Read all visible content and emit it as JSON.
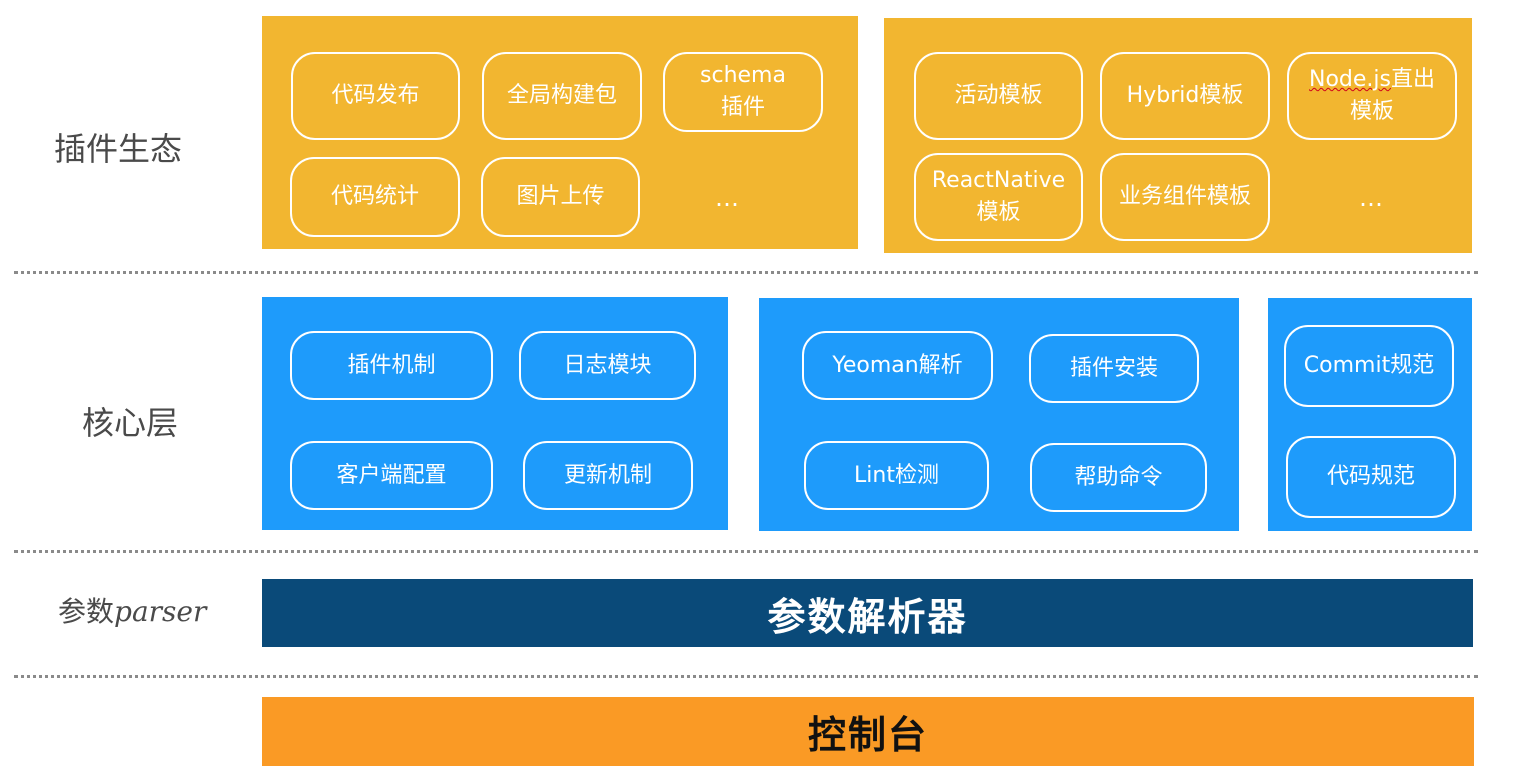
{
  "rows": {
    "plugins_label": "插件生态",
    "core_label": "核心层",
    "parser_label_main": "参数",
    "parser_label_italic": "parser"
  },
  "plugins": {
    "left": [
      "代码发布",
      "全局构建包",
      "schema",
      "插件",
      "代码统计",
      "图片上传"
    ],
    "left_ellipsis": "…",
    "right": [
      "活动模板",
      "Hybrid模板",
      "Node.js",
      "直出",
      "模板",
      "ReactNative",
      "模板",
      "业务组件模板"
    ],
    "right_ellipsis": "…"
  },
  "core": {
    "group1": [
      "插件机制",
      "日志模块",
      "客户端配置",
      "更新机制"
    ],
    "group2": [
      "Yeoman解析",
      "插件安装",
      "Lint检测",
      "帮助命令"
    ],
    "group3": [
      "Commit规范",
      "代码规范"
    ]
  },
  "parser_bar": "参数解析器",
  "console_bar": "控制台",
  "colors": {
    "plugins_panel": "#f2b630",
    "core_panel": "#1e9bfb",
    "parser_bar": "#0a4a79",
    "console_bar": "#fa9a25"
  }
}
